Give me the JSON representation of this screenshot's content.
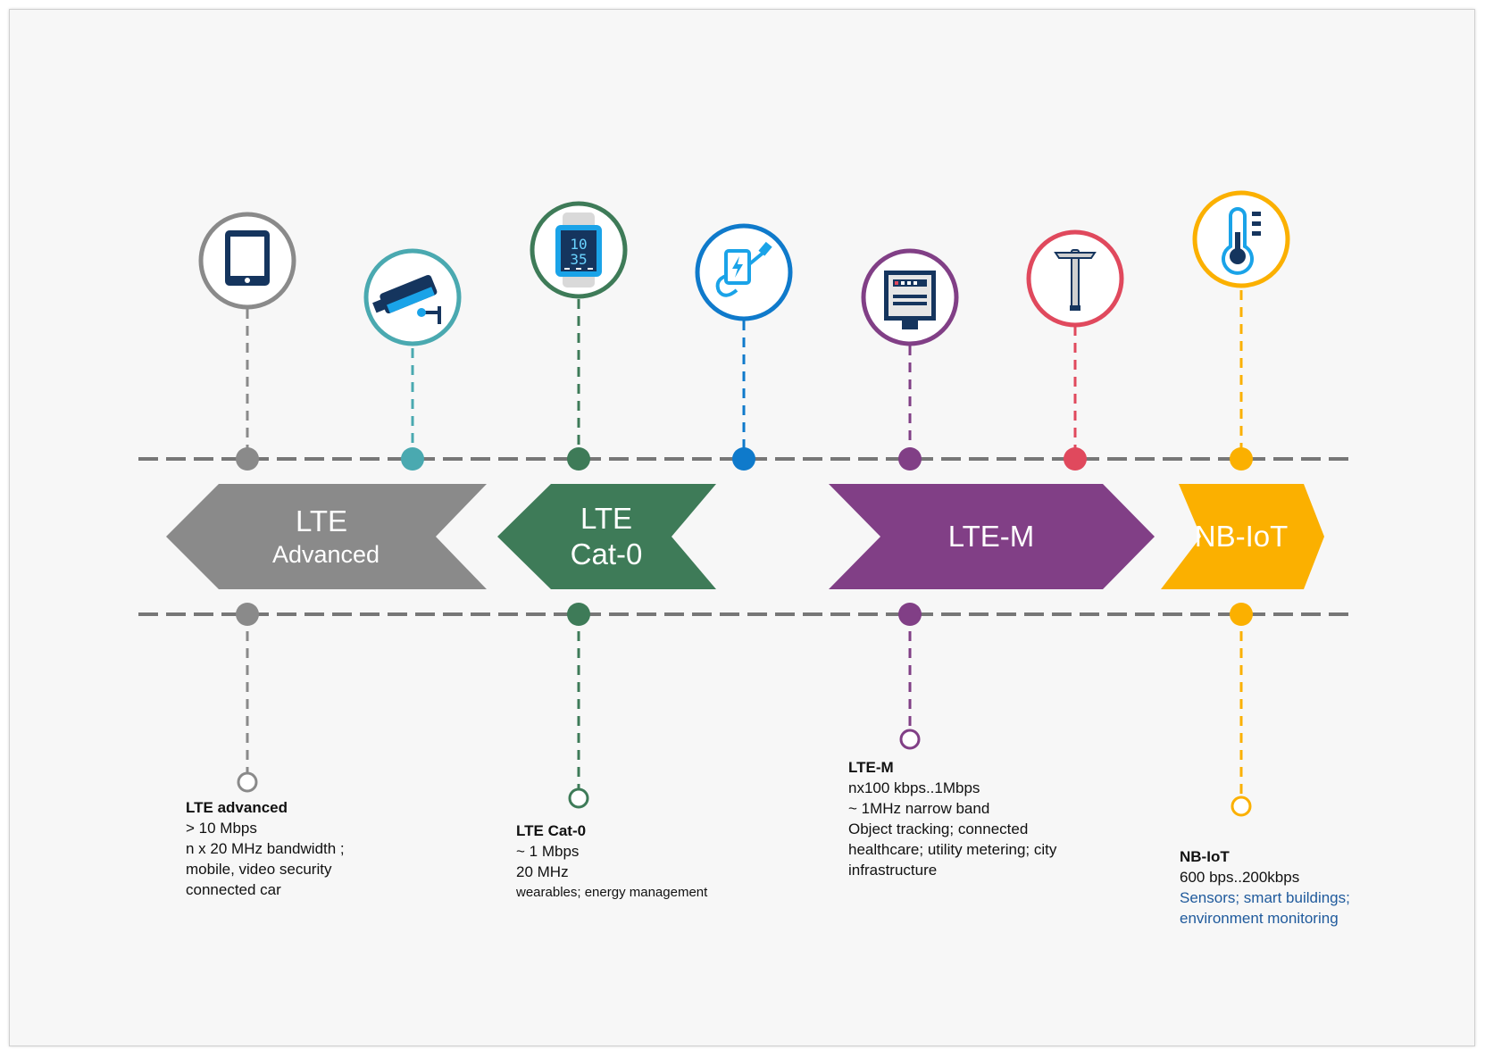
{
  "banners": {
    "lte_advanced": [
      "LTE",
      "Advanced"
    ],
    "lte_cat0": [
      "LTE",
      "Cat-0"
    ],
    "lte_m": "LTE-M",
    "nb_iot": "NB-IoT"
  },
  "watch_time": [
    "10",
    "35"
  ],
  "colors": {
    "gray": "#8a8a8a",
    "teal": "#4aa9b0",
    "green": "#3e7b58",
    "blue": "#0f7acb",
    "purple": "#813f86",
    "red": "#e0495d",
    "orange": "#fbb000",
    "timeline": "#777777",
    "icon_navy": "#15355e",
    "icon_cyan": "#1aa3e8"
  },
  "icons": [
    "tablet-icon",
    "security-camera-icon",
    "smartwatch-icon",
    "energy-plug-icon",
    "utility-meter-icon",
    "street-light-icon",
    "thermometer-icon"
  ],
  "descriptions": {
    "lte_advanced": {
      "title": "LTE advanced",
      "lines": [
        "> 10 Mbps",
        "n x 20 MHz bandwidth ;",
        "mobile, video security",
        "connected car"
      ]
    },
    "lte_cat0": {
      "title": "LTE Cat-0",
      "lines": [
        "~ 1 Mbps",
        "20 MHz"
      ],
      "note": "wearables; energy management"
    },
    "lte_m": {
      "title": "LTE-M",
      "lines": [
        "nx100 kbps..1Mbps",
        "~ 1MHz narrow band",
        "Object tracking; connected",
        "healthcare;  utility metering; city",
        "infrastructure"
      ]
    },
    "nb_iot": {
      "title": "NB-IoT",
      "lines": [
        "600 bps..200kbps"
      ],
      "use_lines": [
        "Sensors; smart buildings;",
        "environment monitoring"
      ]
    }
  }
}
